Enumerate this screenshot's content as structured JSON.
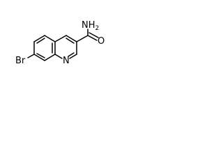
{
  "molecule": {
    "atoms": {
      "bromine": "Br",
      "ring_nitrogen": "N",
      "amide_nitrogen": "NH2",
      "amide_oxygen": "O"
    },
    "amide_nh_subscript": "2"
  }
}
